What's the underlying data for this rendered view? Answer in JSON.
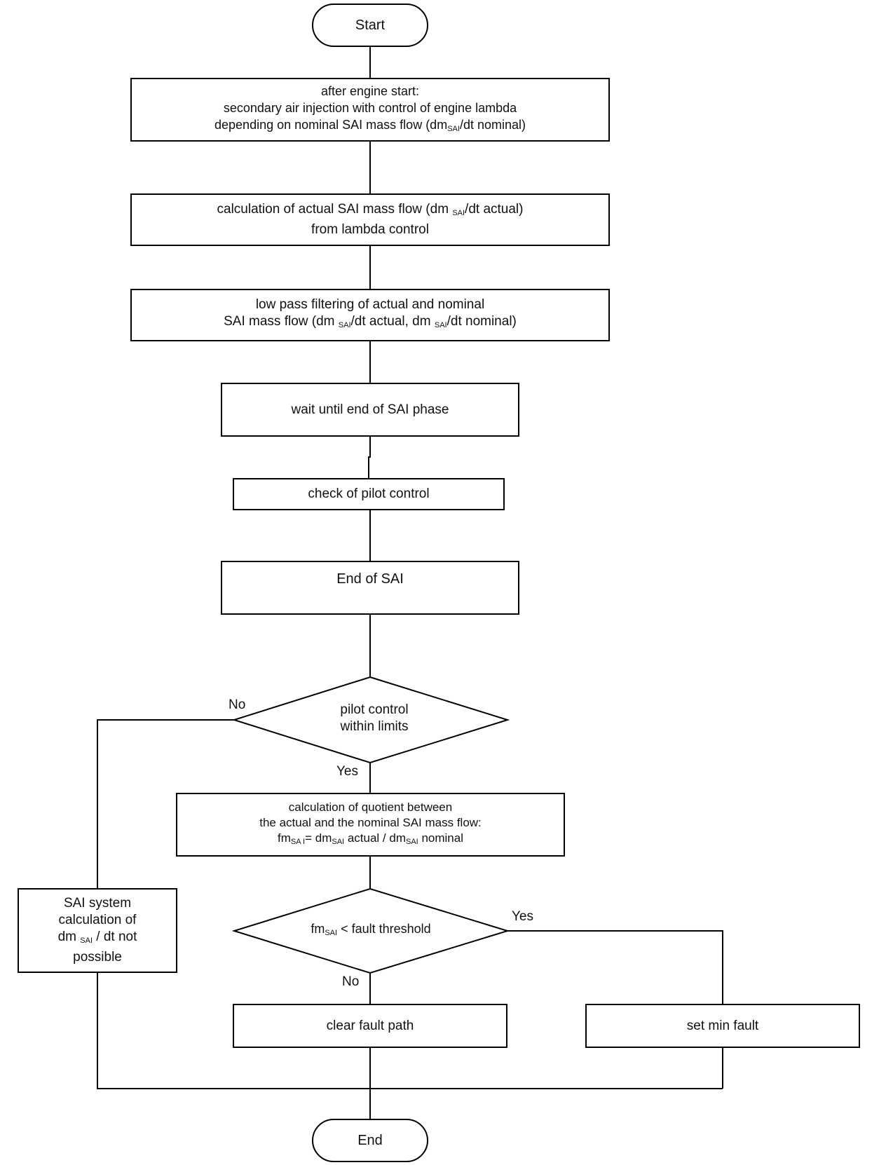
{
  "start": "Start",
  "end": "End",
  "step1": {
    "line1": "after engine start:",
    "line2": "secondary air injection with control of engine lambda",
    "line3a": "depending on nominal SAI mass flow (dm",
    "line3sub": "SAI",
    "line3b": "/dt nominal)"
  },
  "step2": {
    "line1a": "calculation of actual SAI mass flow (dm ",
    "line1sub": "SAI",
    "line1b": "/dt actual)",
    "line2": "from lambda control"
  },
  "step3": {
    "line1": "low pass filtering of actual and nominal",
    "line2a": "SAI mass flow (dm ",
    "line2sub1": "SAI",
    "line2b": "/dt actual, dm ",
    "line2sub2": "SAI",
    "line2c": "/dt nominal)"
  },
  "step4": "wait until end of SAI phase",
  "step5": "check of pilot control",
  "step6": "End of SAI",
  "decision1": {
    "line1": "pilot control",
    "line2": "within limits",
    "no_label": "No",
    "yes_label": "Yes"
  },
  "step7": {
    "line1": "calculation of quotient between",
    "line2": "the actual and the nominal SAI mass flow:",
    "line3a": "fm",
    "line3sub1": "SA I",
    "line3b": "= dm",
    "line3sub2": "SAI",
    "line3c": " actual / dm",
    "line3sub3": "SAI",
    "line3d": " nominal"
  },
  "side_box": {
    "line1": "SAI system",
    "line2": "calculation of",
    "line3a": "dm ",
    "line3sub": "SAI",
    "line3b": " / dt not",
    "line4": "possible"
  },
  "decision2": {
    "text_a": "fm",
    "text_sub": "SAI",
    "text_b": " < fault threshold",
    "yes_label": "Yes",
    "no_label": "No"
  },
  "step8": "clear fault path",
  "step9": "set min fault"
}
